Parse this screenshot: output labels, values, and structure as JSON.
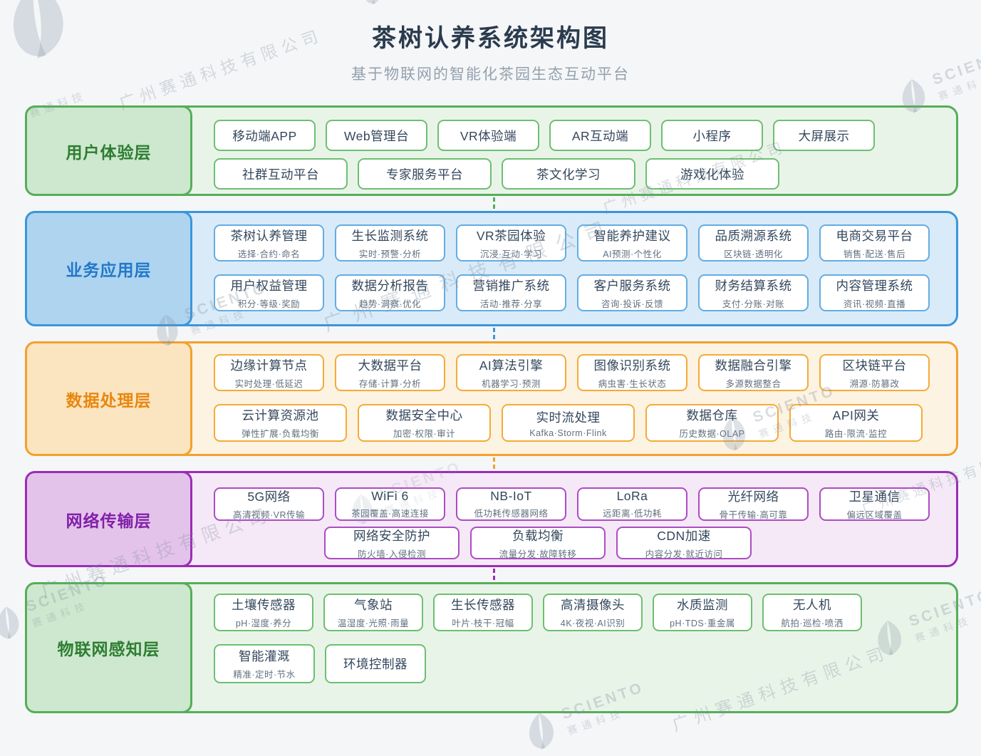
{
  "page": {
    "title": "茶树认养系统架构图",
    "subtitle": "基于物联网的智能化茶园生态互动平台"
  },
  "watermark": {
    "brand": "SCIENTO",
    "brand_cn": "赛通科技",
    "company": "广州赛通科技有限公司"
  },
  "layers": [
    {
      "name": "user-experience-layer",
      "label": "用户体验层",
      "theme": {
        "border": "#55ae59",
        "bg": "#e9f4e9",
        "label_bg": "#cde8ce",
        "text": "#2e7d32",
        "item_border": "#6dbf71",
        "connector": "#55ae59"
      },
      "rows": [
        {
          "items": [
            {
              "title": "移动端APP"
            },
            {
              "title": "Web管理台"
            },
            {
              "title": "VR体验端"
            },
            {
              "title": "AR互动端"
            },
            {
              "title": "小程序"
            },
            {
              "title": "大屏展示"
            }
          ]
        },
        {
          "items": [
            {
              "title": "社群互动平台"
            },
            {
              "title": "专家服务平台"
            },
            {
              "title": "茶文化学习"
            },
            {
              "title": "游戏化体验"
            }
          ]
        }
      ]
    },
    {
      "name": "business-application-layer",
      "label": "业务应用层",
      "theme": {
        "border": "#3a96da",
        "bg": "#d9ebf9",
        "label_bg": "#aed4f0",
        "text": "#2377c8",
        "item_border": "#64ade2",
        "connector": "#3a96da"
      },
      "rows": [
        {
          "items": [
            {
              "title": "茶树认养管理",
              "subtitle": "选择·合约·命名"
            },
            {
              "title": "生长监测系统",
              "subtitle": "实时·预警·分析"
            },
            {
              "title": "VR茶园体验",
              "subtitle": "沉浸·互动·学习"
            },
            {
              "title": "智能养护建议",
              "subtitle": "AI预测·个性化"
            },
            {
              "title": "品质溯源系统",
              "subtitle": "区块链·透明化"
            },
            {
              "title": "电商交易平台",
              "subtitle": "销售·配送·售后"
            }
          ]
        },
        {
          "items": [
            {
              "title": "用户权益管理",
              "subtitle": "积分·等级·奖励"
            },
            {
              "title": "数据分析报告",
              "subtitle": "趋势·洞察·优化"
            },
            {
              "title": "营销推广系统",
              "subtitle": "活动·推荐·分享"
            },
            {
              "title": "客户服务系统",
              "subtitle": "咨询·投诉·反馈"
            },
            {
              "title": "财务结算系统",
              "subtitle": "支付·分账·对账"
            },
            {
              "title": "内容管理系统",
              "subtitle": "资讯·视频·直播"
            }
          ]
        }
      ]
    },
    {
      "name": "data-processing-layer",
      "label": "数据处理层",
      "theme": {
        "border": "#f2a12d",
        "bg": "#fdf3e2",
        "label_bg": "#fbe4c0",
        "text": "#e8870e",
        "item_border": "#f4ab38",
        "connector": "#f2a12d"
      },
      "rows": [
        {
          "items": [
            {
              "title": "边缘计算节点",
              "subtitle": "实时处理·低延迟"
            },
            {
              "title": "大数据平台",
              "subtitle": "存储·计算·分析"
            },
            {
              "title": "AI算法引擎",
              "subtitle": "机器学习·预测"
            },
            {
              "title": "图像识别系统",
              "subtitle": "病虫害·生长状态"
            },
            {
              "title": "数据融合引擎",
              "subtitle": "多源数据整合"
            },
            {
              "title": "区块链平台",
              "subtitle": "溯源·防篡改"
            }
          ]
        },
        {
          "items": [
            {
              "title": "云计算资源池",
              "subtitle": "弹性扩展·负载均衡"
            },
            {
              "title": "数据安全中心",
              "subtitle": "加密·权限·审计"
            },
            {
              "title": "实时流处理",
              "subtitle": "Kafka·Storm·Flink"
            },
            {
              "title": "数据仓库",
              "subtitle": "历史数据·OLAP"
            },
            {
              "title": "API网关",
              "subtitle": "路由·限流·监控"
            }
          ]
        }
      ]
    },
    {
      "name": "network-transmission-layer",
      "label": "网络传输层",
      "theme": {
        "border": "#9a2db6",
        "bg": "#f5e9f7",
        "label_bg": "#e4c3ea",
        "text": "#8021a8",
        "item_border": "#ad4cc4",
        "connector": "#9a2db6"
      },
      "rows": [
        {
          "items": [
            {
              "title": "5G网络",
              "subtitle": "高清视频·VR传输"
            },
            {
              "title": "WiFi 6",
              "subtitle": "茶园覆盖·高速连接"
            },
            {
              "title": "NB-IoT",
              "subtitle": "低功耗传感器网络"
            },
            {
              "title": "LoRa",
              "subtitle": "远距离·低功耗"
            },
            {
              "title": "光纤网络",
              "subtitle": "骨干传输·高可靠"
            },
            {
              "title": "卫星通信",
              "subtitle": "偏远区域覆盖"
            }
          ]
        },
        {
          "items": [
            {
              "title": "网络安全防护",
              "subtitle": "防火墙·入侵检测"
            },
            {
              "title": "负载均衡",
              "subtitle": "流量分发·故障转移"
            },
            {
              "title": "CDN加速",
              "subtitle": "内容分发·就近访问"
            }
          ]
        }
      ]
    },
    {
      "name": "iot-perception-layer",
      "label": "物联网感知层",
      "theme": {
        "border": "#55ae59",
        "bg": "#e9f4e9",
        "label_bg": "#cde8ce",
        "text": "#2e7d32",
        "item_border": "#6dbf71",
        "connector": "#55ae59"
      },
      "rows": [
        {
          "items": [
            {
              "title": "土壤传感器",
              "subtitle": "pH·湿度·养分"
            },
            {
              "title": "气象站",
              "subtitle": "温湿度·光照·雨量"
            },
            {
              "title": "生长传感器",
              "subtitle": "叶片·枝干·冠幅"
            },
            {
              "title": "高清摄像头",
              "subtitle": "4K·夜视·AI识别"
            },
            {
              "title": "水质监测",
              "subtitle": "pH·TDS·重金属"
            },
            {
              "title": "无人机",
              "subtitle": "航拍·巡检·喷洒"
            }
          ]
        },
        {
          "items": [
            {
              "title": "智能灌溉",
              "subtitle": "精准·定时·节水"
            },
            {
              "title": "环境控制器"
            }
          ]
        }
      ]
    }
  ]
}
